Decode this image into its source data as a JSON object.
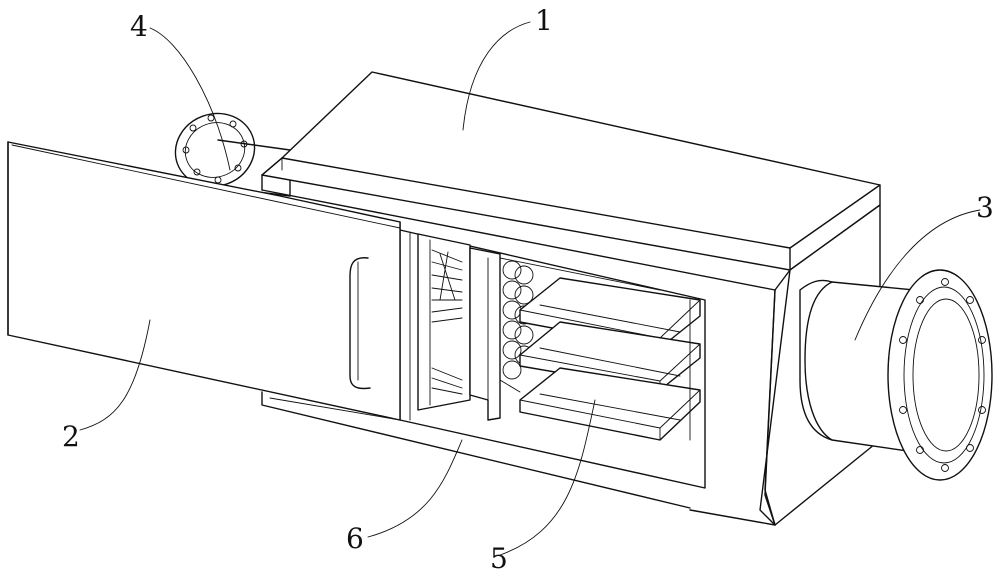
{
  "labels": {
    "housing": "1",
    "door_panel": "2",
    "outlet_flange": "3",
    "inlet_flange": "4",
    "filter_trays": "5",
    "chamber_base": "6"
  }
}
